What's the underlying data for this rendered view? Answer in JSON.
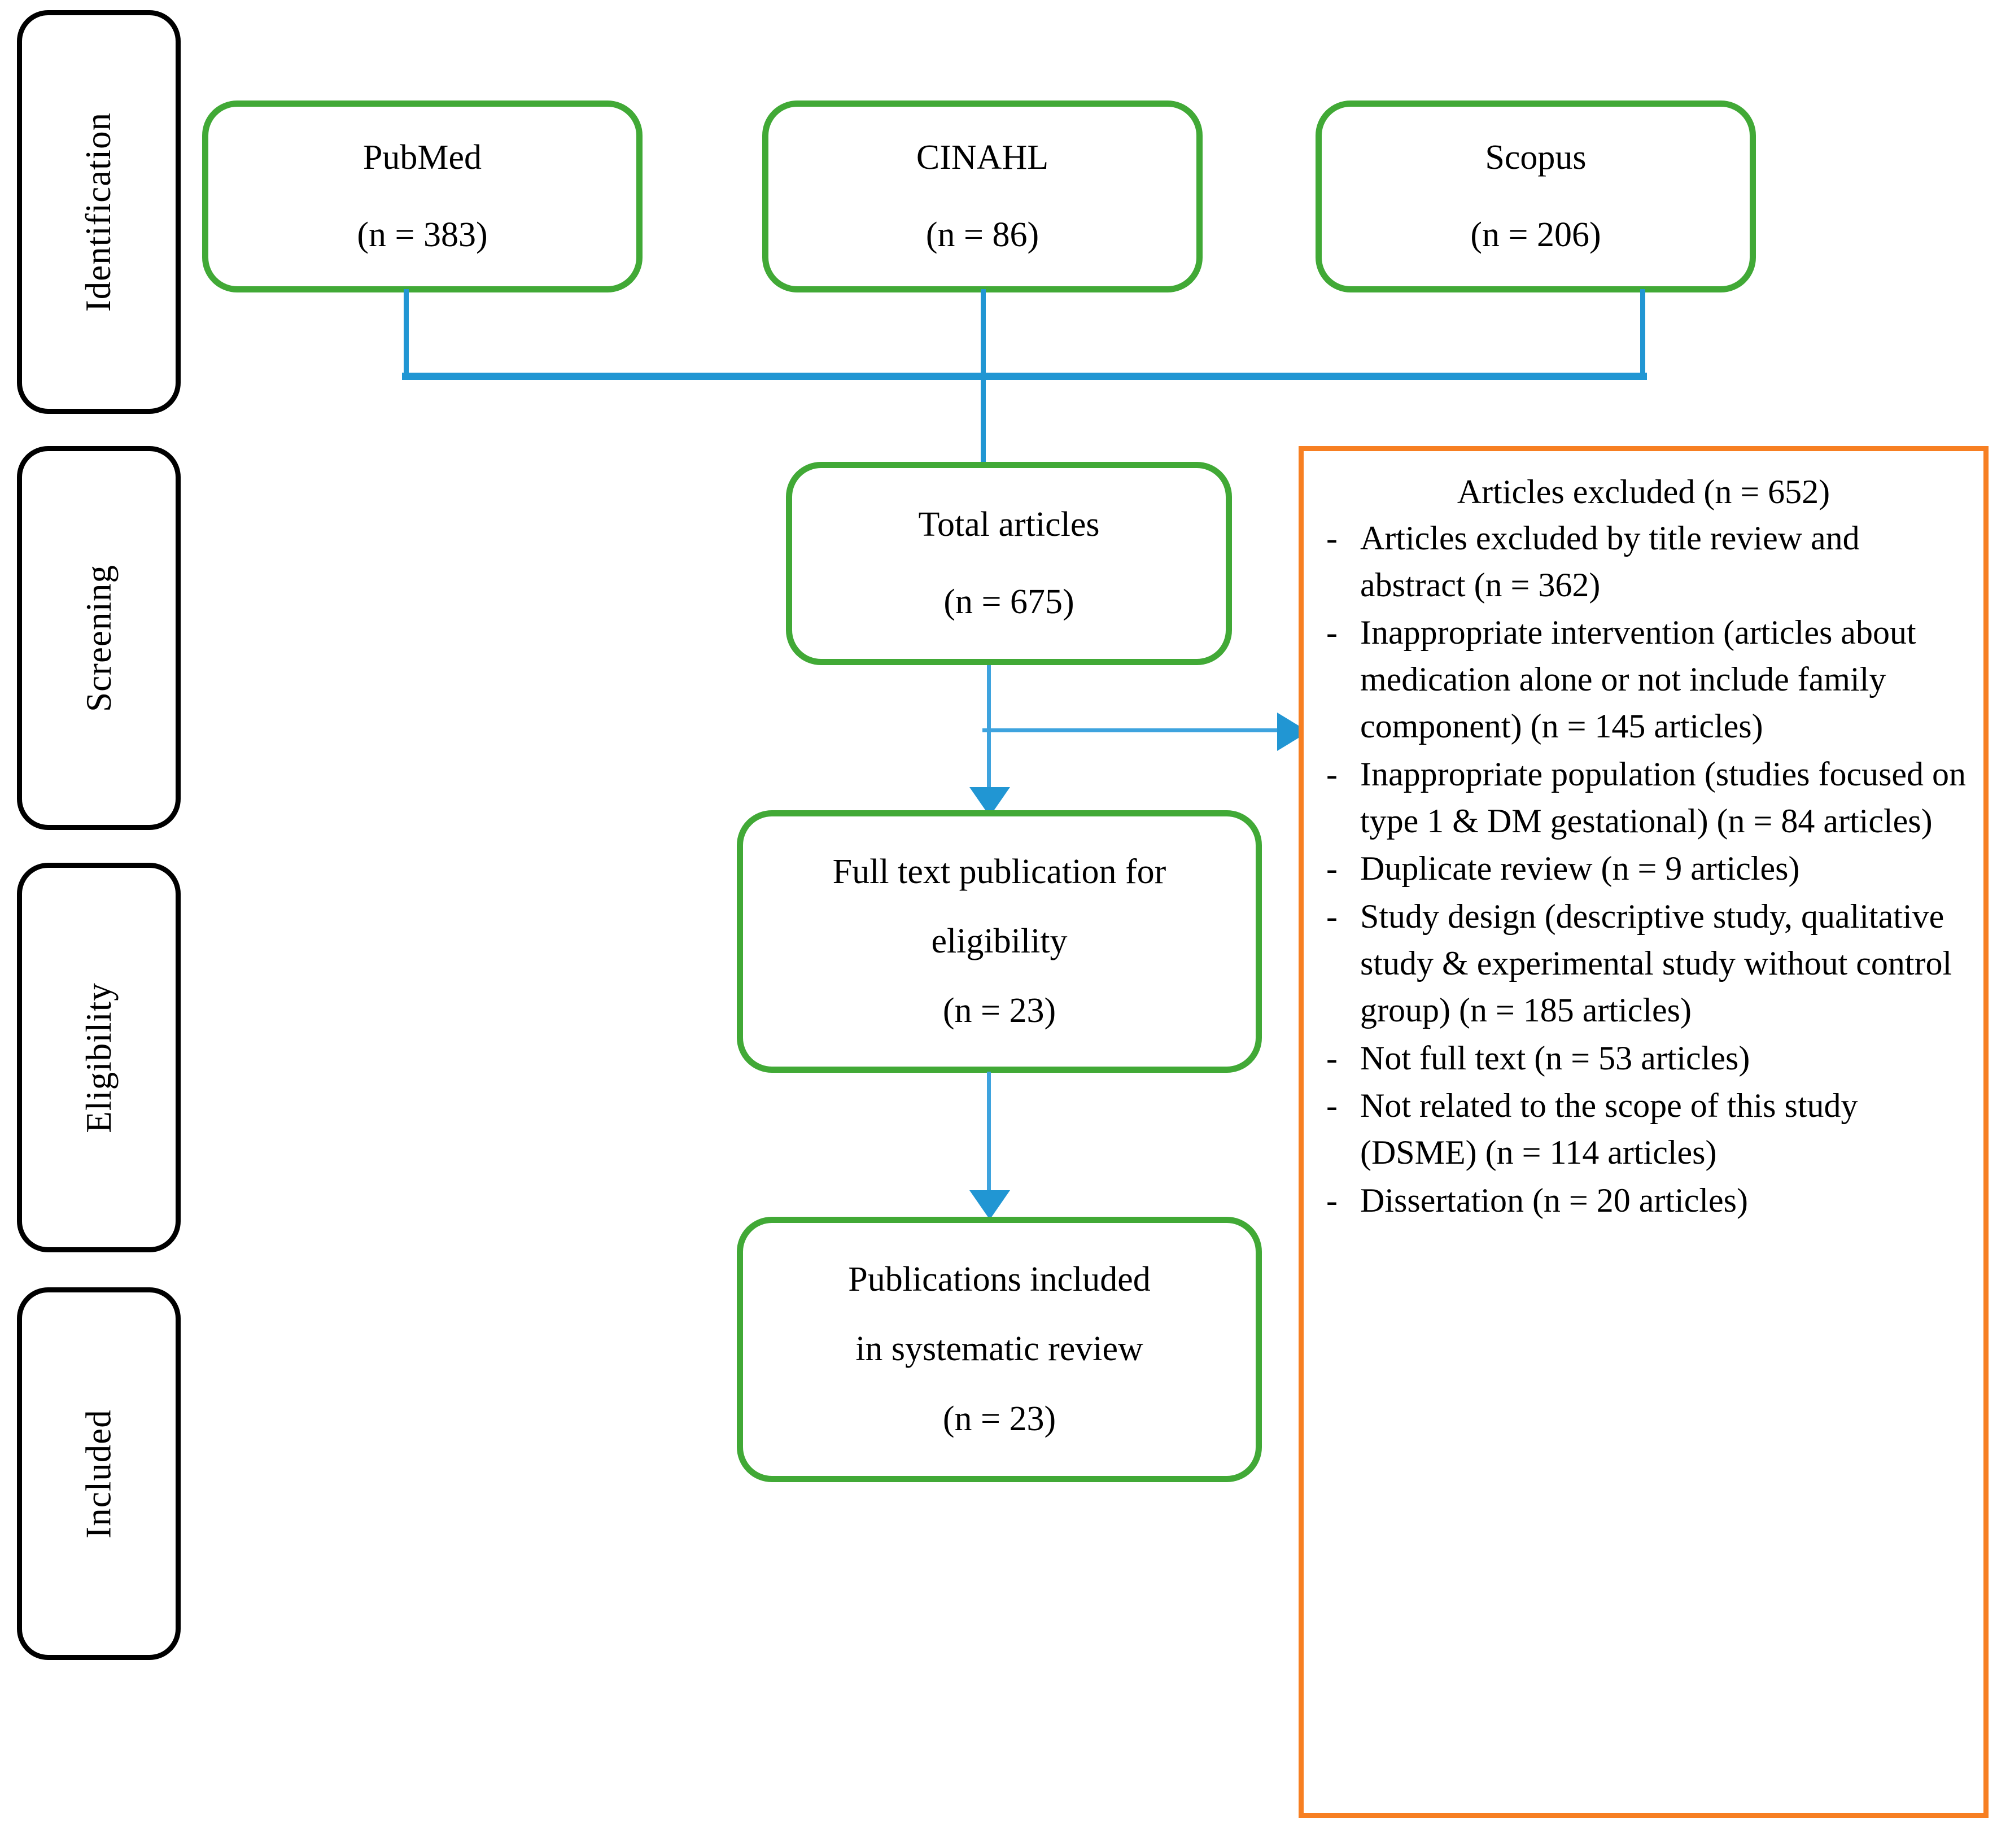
{
  "diagram": {
    "type": "prisma-flow-diagram",
    "colors": {
      "stage_border": "#000000",
      "node_border": "#41A936",
      "excluded_border": "#F77F22",
      "connector": "#2196D3",
      "background": "#FFFFFF",
      "text": "#000000"
    }
  },
  "stages": [
    {
      "label": "Identification"
    },
    {
      "label": "Screening"
    },
    {
      "label": "Eligibility"
    },
    {
      "label": "Included"
    }
  ],
  "sources": [
    {
      "name": "PubMed",
      "count": "(n = 383)"
    },
    {
      "name": "CINAHL",
      "count": "(n = 86)"
    },
    {
      "name": "Scopus",
      "count": "(n = 206)"
    }
  ],
  "flow": {
    "total": {
      "line1": "Total articles",
      "line2": "(n = 675)"
    },
    "fulltext": {
      "line1": "Full text publication for",
      "line2": "eligibility",
      "line3": "(n = 23)"
    },
    "included": {
      "line1": "Publications included",
      "line2": "in systematic review",
      "line3": "(n = 23)"
    }
  },
  "excluded": {
    "title": "Articles excluded (n = 652)",
    "items": [
      "Articles excluded by title review and abstract (n = 362)",
      "Inappropriate intervention (articles about medication alone or not include family component) (n = 145 articles)",
      "Inappropriate population (studies focused on type 1 & DM gestational) (n = 84 articles)",
      "Duplicate review (n = 9 articles)",
      "Study design (descriptive study, qualitative study & experimental study without control group) (n = 185 articles)",
      "Not full text (n = 53 articles)",
      "Not related to the scope of this study (DSME) (n = 114 articles)",
      "Dissertation (n = 20 articles)"
    ]
  },
  "chart_data": {
    "type": "table",
    "title": "PRISMA systematic review selection flow",
    "nodes": [
      {
        "stage": "Identification",
        "label": "PubMed",
        "n": 383
      },
      {
        "stage": "Identification",
        "label": "CINAHL",
        "n": 86
      },
      {
        "stage": "Identification",
        "label": "Scopus",
        "n": 206
      },
      {
        "stage": "Screening",
        "label": "Total articles",
        "n": 675
      },
      {
        "stage": "Screening",
        "label": "Articles excluded",
        "n": 652
      },
      {
        "stage": "Eligibility",
        "label": "Full text publication for eligibility",
        "n": 23
      },
      {
        "stage": "Included",
        "label": "Publications included in systematic review",
        "n": 23
      }
    ],
    "exclusion_reasons": [
      {
        "reason": "Articles excluded by title review and abstract",
        "n": 362
      },
      {
        "reason": "Inappropriate intervention (articles about medication alone or not include family component)",
        "n": 145
      },
      {
        "reason": "Inappropriate population (studies focused on type 1 & DM gestational)",
        "n": 84
      },
      {
        "reason": "Duplicate review",
        "n": 9
      },
      {
        "reason": "Study design (descriptive study, qualitative study & experimental study without control group)",
        "n": 185
      },
      {
        "reason": "Not full text",
        "n": 53
      },
      {
        "reason": "Not related to the scope of this study (DSME)",
        "n": 114
      },
      {
        "reason": "Dissertation",
        "n": 20
      }
    ]
  }
}
